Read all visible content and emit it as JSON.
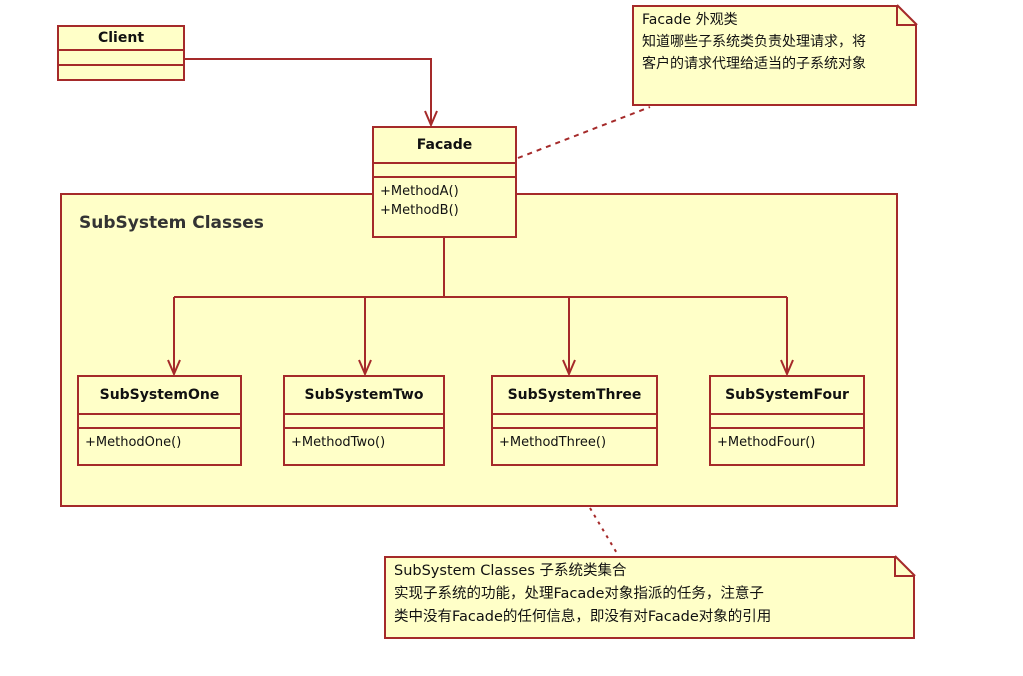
{
  "diagram": {
    "colors": {
      "stroke": "#a52a2a",
      "fill": "#ffffc8",
      "text": "#111111"
    },
    "client": {
      "name": "Client"
    },
    "facade": {
      "name": "Facade",
      "operations": [
        "+MethodA()",
        "+MethodB()"
      ]
    },
    "package": {
      "title": "SubSystem Classes"
    },
    "subsystems": [
      {
        "name": "SubSystemOne",
        "operation": "+MethodOne()"
      },
      {
        "name": "SubSystemTwo",
        "operation": "+MethodTwo()"
      },
      {
        "name": "SubSystemThree",
        "operation": "+MethodThree()"
      },
      {
        "name": "SubSystemFour",
        "operation": "+MethodFour()"
      }
    ],
    "notes": {
      "facade_note": {
        "lines": [
          "Facade 外观类",
          "知道哪些子系统类负责处理请求，将",
          "客户的请求代理给适当的子系统对象"
        ]
      },
      "subsystem_note": {
        "lines": [
          "SubSystem Classes 子系统类集合",
          "实现子系统的功能，处理Facade对象指派的任务，注意子",
          "类中没有Facade的任何信息，即没有对Facade对象的引用"
        ]
      }
    }
  }
}
